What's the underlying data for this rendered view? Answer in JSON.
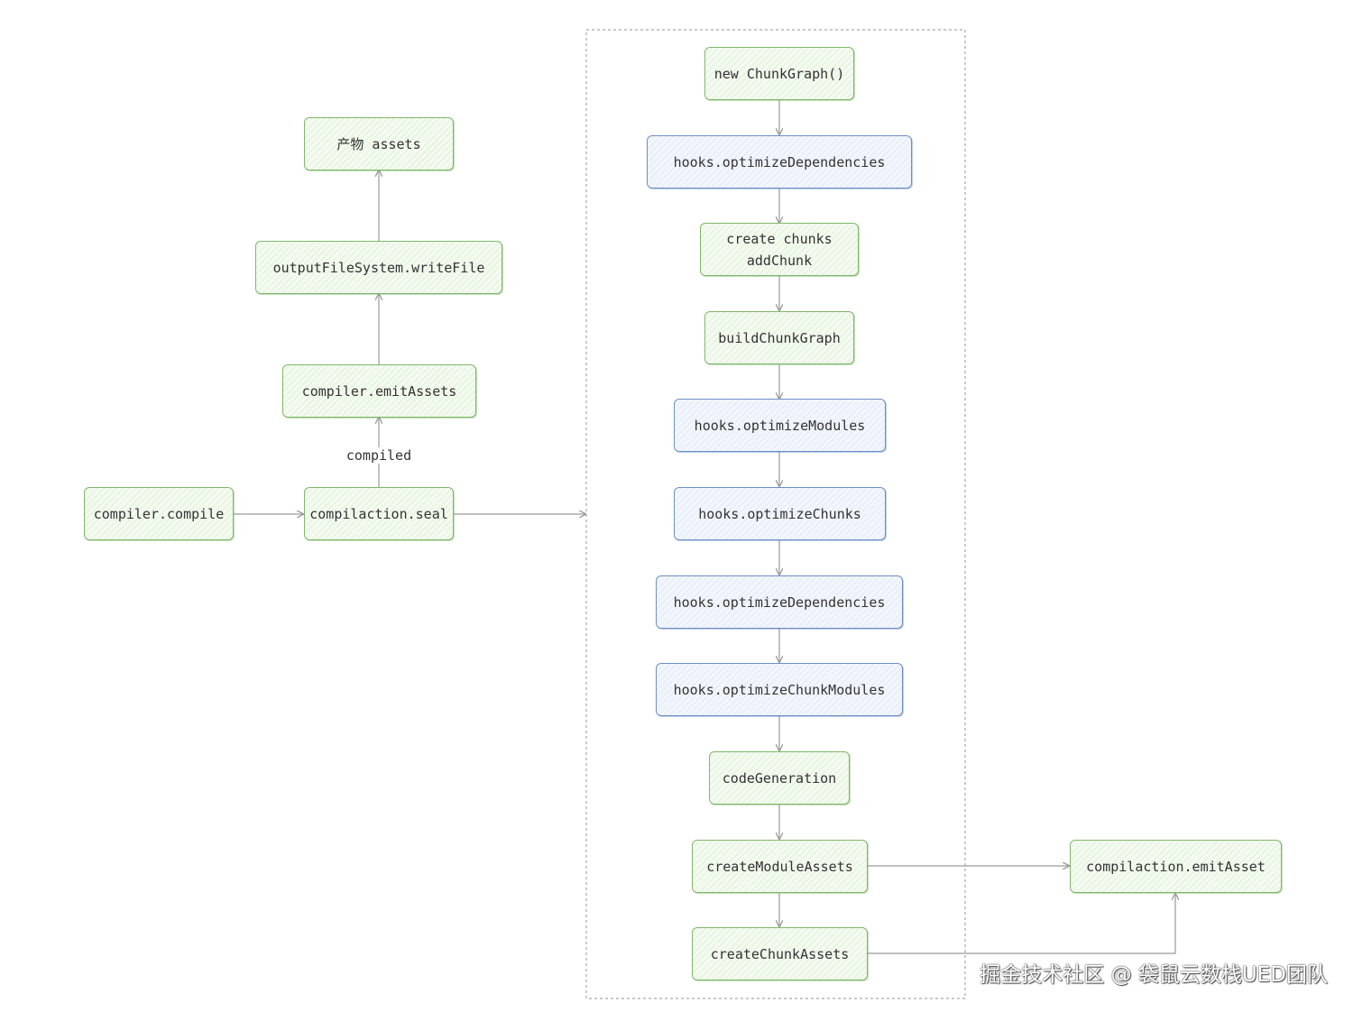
{
  "nodes": {
    "assets_output": "产物 assets",
    "output_write_file": "outputFileSystem.writeFile",
    "compiler_emit_assets": "compiler.emitAssets",
    "compiler_compile": "compiler.compile",
    "compilation_seal": "compilaction.seal",
    "new_chunk_graph": "new ChunkGraph()",
    "hooks_optimize_dependencies_1": "hooks.optimizeDependencies",
    "create_chunks_line1": "create chunks",
    "create_chunks_line2": "addChunk",
    "build_chunk_graph": "buildChunkGraph",
    "hooks_optimize_modules": "hooks.optimizeModules",
    "hooks_optimize_chunks": "hooks.optimizeChunks",
    "hooks_optimize_dependencies_2": "hooks.optimizeDependencies",
    "hooks_optimize_chunk_modules": "hooks.optimizeChunkModules",
    "code_generation": "codeGeneration",
    "create_module_assets": "createModuleAssets",
    "create_chunk_assets": "createChunkAssets",
    "compilation_emit_asset": "compilaction.emitAsset"
  },
  "edge_labels": {
    "compiled": "compiled"
  },
  "watermark": "掘金技术社区 @ 袋鼠云数栈UED团队",
  "colors": {
    "green_border": "#7fb86b",
    "blue_border": "#6d8fc6",
    "arrow": "#9a9a9a",
    "text": "#333333"
  }
}
